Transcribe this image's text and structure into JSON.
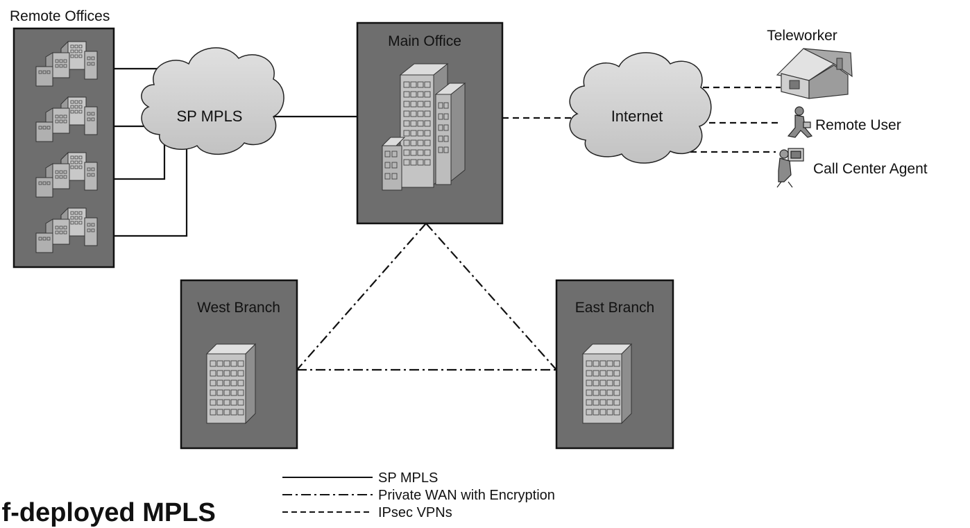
{
  "diagram": {
    "remote_offices": {
      "label": "Remote Offices"
    },
    "sp_mpls_cloud": {
      "label": "SP MPLS"
    },
    "main_office": {
      "label": "Main Office"
    },
    "internet_cloud": {
      "label": "Internet"
    },
    "teleworker": {
      "label": "Teleworker"
    },
    "remote_user": {
      "label": "Remote User"
    },
    "call_center_agent": {
      "label": "Call Center Agent"
    },
    "west_branch": {
      "label": "West Branch"
    },
    "east_branch": {
      "label": "East Branch"
    }
  },
  "legend": {
    "items": [
      {
        "style": "solid",
        "label": "SP MPLS"
      },
      {
        "style": "dash-dot",
        "label": "Private WAN with Encryption"
      },
      {
        "style": "dashed",
        "label": "IPsec VPNs"
      }
    ]
  },
  "caption": {
    "text": "lf-deployed MPLS"
  },
  "colors": {
    "box_fill": "#6e6e6e",
    "cloud_fill": "#d2d2d2",
    "building_fill": "#bdbdbd",
    "line": "#111111"
  }
}
